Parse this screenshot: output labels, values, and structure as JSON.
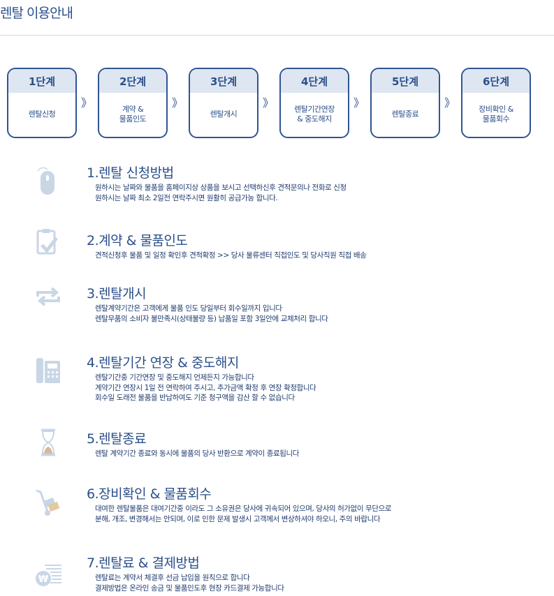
{
  "title": "렌탈 이용안내",
  "steps": [
    {
      "label": "1단계",
      "desc": "렌탈신청"
    },
    {
      "label": "2단계",
      "desc": "계약 &\n물품인도"
    },
    {
      "label": "3단계",
      "desc": "렌탈개시"
    },
    {
      "label": "4단계",
      "desc": "렌탈기간연장\n& 중도해지"
    },
    {
      "label": "5단계",
      "desc": "렌탈종료"
    },
    {
      "label": "6단계",
      "desc": "장비확인 &\n물품회수"
    }
  ],
  "arrow": "》",
  "sections": [
    {
      "title": "1.렌탈 신청방법",
      "icon": "mouse-icon",
      "lines": [
        "원하시는 날짜와 물품을 홈페이지상 상품을 보시고 선택하신후 견적문의나 전화로 신청",
        "원하시는 날짜 최소 2일전 연락주시면 원활히 공급가능 합니다."
      ]
    },
    {
      "title": "2.계약 & 물품인도",
      "icon": "clipboard-check-icon",
      "lines": [
        "견적신청후 물품 및 일정 확인후 견적확정  >> 당사 물류센터 직접인도 및 당사직원 직접 배송"
      ]
    },
    {
      "title": "3.렌탈개시",
      "icon": "repeat-icon",
      "lines": [
        "렌탈계약기간은 고객에게 물품 인도 당일부터 회수일까지 입니다",
        "렌탈무품의 소비자 불만족시(상태불량 등) 납품일 포함 3일안에 교체처리 합니다"
      ]
    },
    {
      "title": "4.렌탈기간 연장 & 중도해지",
      "icon": "phone-icon",
      "lines": [
        "렌탈기간중 기간연장 및 중도해지 언제든지 가능합니다",
        "계약기간 연장시 1일 전 연락하여 주시고, 추가금액 확정 후 연장 확정합니다",
        "회수일 도래전 물품을 반납하여도 기준 청구액을 감산 할 수 없습니다"
      ]
    },
    {
      "title": "5.렌탈종료",
      "icon": "hourglass-icon",
      "lines": [
        "렌탈 계약기간 종료와 동시에 물품의 당사 반환으로 계약이 종료됩니다"
      ]
    },
    {
      "title": "6.장비확인 & 물품회수",
      "icon": "hand-truck-icon",
      "lines": [
        "대여한 렌탈물품은 대여기간중 이라도 그 소유권은 당사에 귀속되어 있으며, 당사의 허가없이 무단으로",
        "분해, 개조, 변경해서는 안되며, 이로 인한  문제 발생시 고객께서 변상하셔야 하오니, 주의 바랍니다"
      ]
    },
    {
      "title": "7.렌탈료 & 결제방법",
      "icon": "won-payment-icon",
      "lines": [
        "렌탈료는 계약서 체결후 선금 납입을 원칙으로 합니다",
        "결제방법은 온라인 송금 및 물품인도후 현장 카드결제 가능합니다"
      ]
    }
  ]
}
